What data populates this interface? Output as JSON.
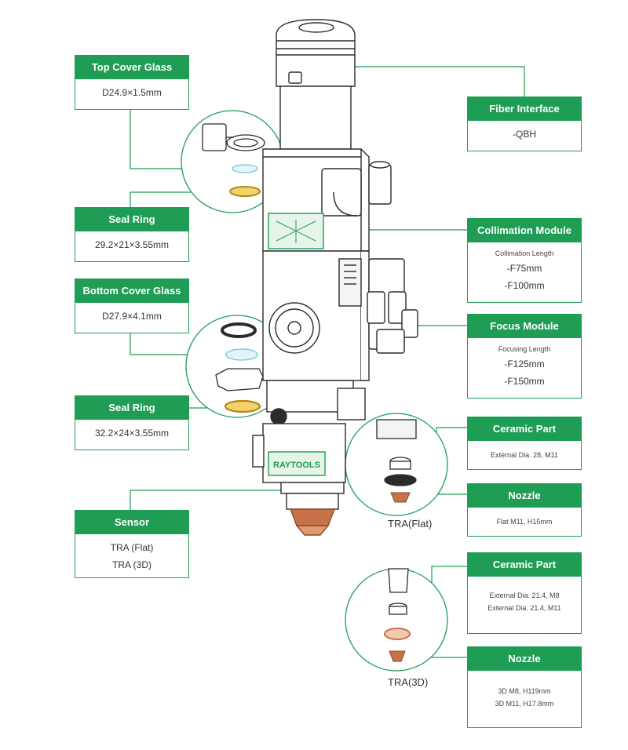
{
  "top_cover_glass": {
    "title": "Top Cover Glass",
    "spec": "D24.9×1.5mm"
  },
  "seal_ring_upper": {
    "title": "Seal Ring",
    "spec": "29.2×21×3.55mm"
  },
  "bottom_cover_glass": {
    "title": "Bottom Cover Glass",
    "spec": "D27.9×4.1mm"
  },
  "seal_ring_lower": {
    "title": "Seal Ring",
    "spec": "32.2×24×3.55mm"
  },
  "sensor": {
    "title": "Sensor",
    "options": [
      "TRA (Flat)",
      "TRA (3D)"
    ]
  },
  "fiber_interface": {
    "title": "Fiber Interface",
    "spec": "-QBH"
  },
  "collimation_module": {
    "title": "Collimation Module",
    "label": "Collimation Length",
    "values": [
      "-F75mm",
      "-F100mm"
    ]
  },
  "focus_module": {
    "title": "Focus Module",
    "label": "Focusing Length",
    "values": [
      "-F125mm",
      "-F150mm"
    ]
  },
  "ceramic_part_flat": {
    "title": "Ceramic Part",
    "spec": "External Dia. 28, M11"
  },
  "nozzle_flat": {
    "title": "Nozzle",
    "spec": "Flat M11, H15mm"
  },
  "ceramic_part_3d": {
    "title": "Ceramic Part",
    "specs": [
      "External Dia. 21.4, M8",
      "External Dia. 21.4, M11"
    ]
  },
  "nozzle_3d": {
    "title": "Nozzle",
    "specs": [
      "3D M8, H119mm",
      "3D M11, H17.8mm"
    ]
  },
  "captions": {
    "flat": "TRA(Flat)",
    "three_d": "TRA(3D)"
  },
  "brand": "RAYTOOLS",
  "colors": {
    "accent": "#1f9d55",
    "line": "#2b2b2b",
    "gold": "#d9a62e",
    "copper": "#c8724a"
  }
}
